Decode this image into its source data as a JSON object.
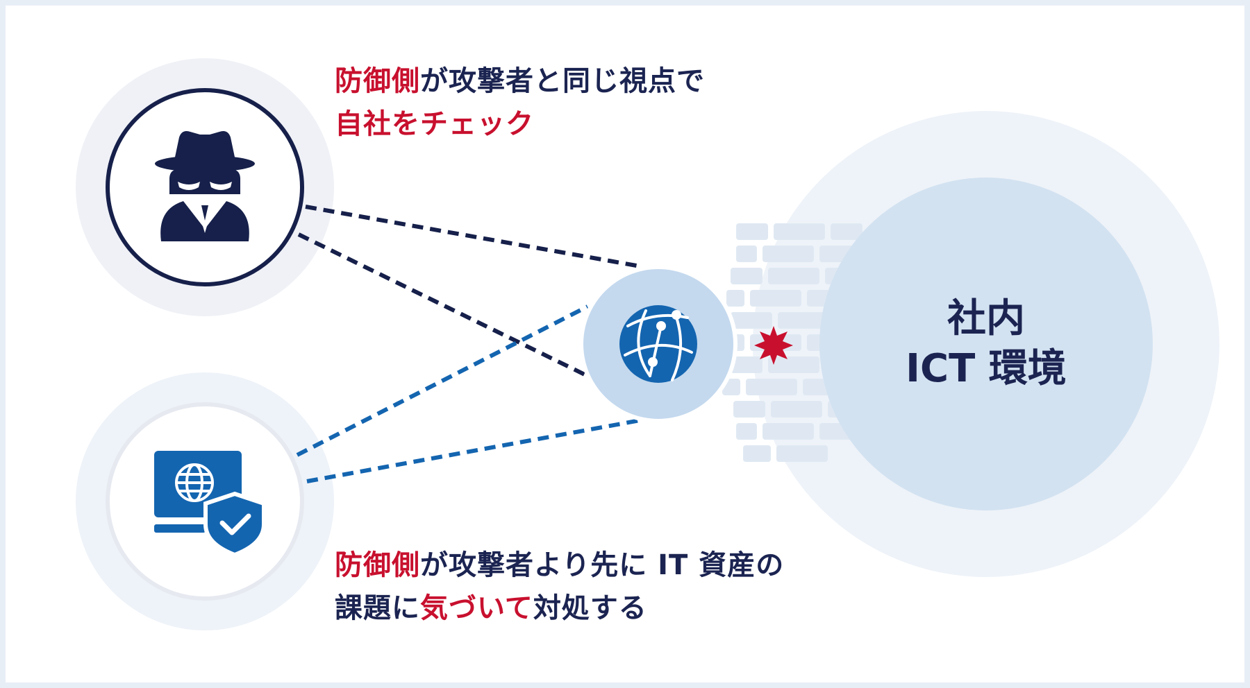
{
  "captions": {
    "top": {
      "line1_highlight": "防御側",
      "line1_rest": "が攻撃者と同じ視点で",
      "line2_highlight": "自社をチェック"
    },
    "bottom": {
      "line1_highlight": "防御側",
      "line1_rest": "が攻撃者より先に IT 資産の",
      "line2_pre": "課題に",
      "line2_highlight": "気づいて",
      "line2_post": "対処する"
    }
  },
  "environment": {
    "line1": "社内",
    "line2": "ICT 環境"
  },
  "icons": {
    "attacker": "spy-attacker-icon",
    "defender": "monitor-globe-shield-icon",
    "network": "globe-network-icon",
    "firewall": "brick-wall-icon",
    "breach": "burst-star-icon"
  },
  "colors": {
    "navy": "#1b2451",
    "accent_red": "#c8102e",
    "blue": "#1465b0",
    "light_blue": "#c4d9ee",
    "pale_circle": "#eef3f9"
  }
}
